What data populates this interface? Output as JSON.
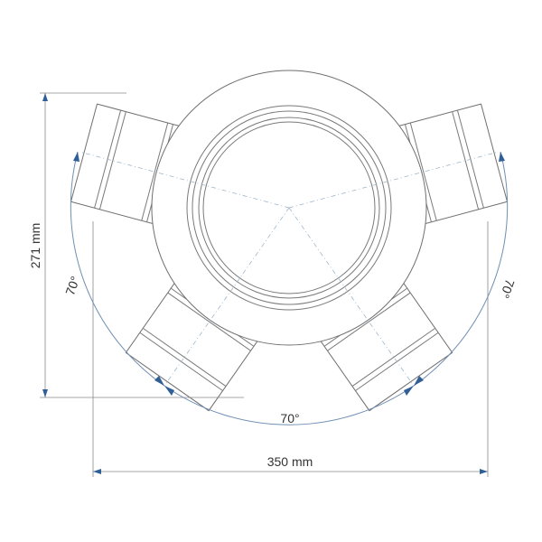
{
  "dimensions": {
    "width_label": "350 mm",
    "height_label": "271 mm",
    "angle_left_label": "70°",
    "angle_bottom_label": "70°",
    "angle_right_label": "70°"
  },
  "colors": {
    "outline": "#6f6f6f",
    "dimension_line": "#8a8a8a",
    "angle_arc": "#6f8fb3",
    "arrow": "#2f5f96",
    "center_line": "#9fb7cc",
    "text": "#333333"
  }
}
